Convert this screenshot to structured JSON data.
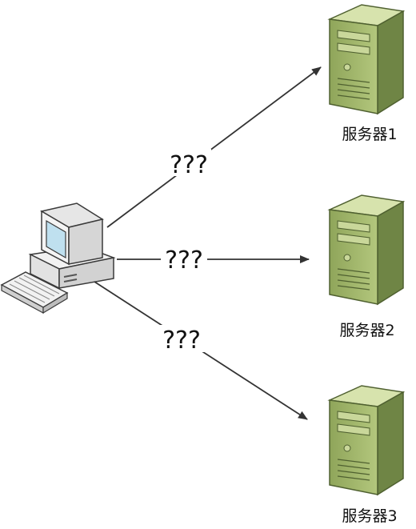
{
  "colors": {
    "background": "#ffffff",
    "line": "#333333",
    "server_front": "#9fb46a",
    "server_top": "#d7e3ad",
    "server_side": "#6f8545",
    "server_outline": "#4f6030",
    "pc_body": "#f2f2f2",
    "pc_outline": "#3a3a3a",
    "pc_screen": "#bfe0ef"
  },
  "client": {
    "icon": "desktop-computer-icon"
  },
  "edges": [
    {
      "label": "???"
    },
    {
      "label": "???"
    },
    {
      "label": "???"
    }
  ],
  "servers": [
    {
      "label": "服务器1",
      "icon": "server-tower-icon"
    },
    {
      "label": "服务器2",
      "icon": "server-tower-icon"
    },
    {
      "label": "服务器3",
      "icon": "server-tower-icon"
    }
  ]
}
